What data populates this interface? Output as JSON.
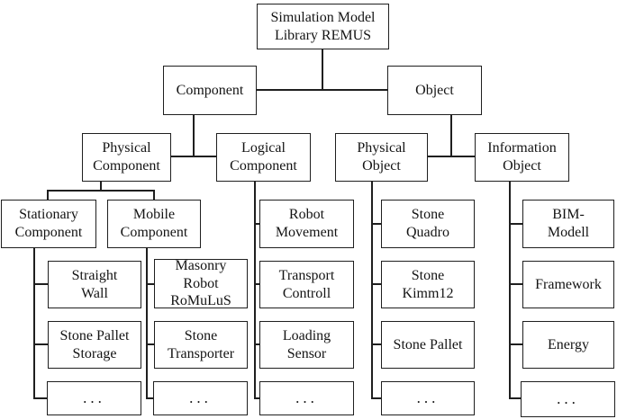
{
  "diagram_title": "Simulation Model Library REMUS hierarchy",
  "colors": {
    "line": "#1f1f1f",
    "background": "#ffffff",
    "text": "#141414"
  },
  "tree": {
    "root": {
      "label": "Simulation Model\nLibrary REMUS"
    },
    "branches": [
      {
        "label": "Component",
        "children": [
          {
            "label": "Physical\nComponent",
            "groups": [
              {
                "label": "Stationary\nComponent",
                "items": [
                  "Straight\nWall",
                  "Stone Pallet\nStorage",
                  "..."
                ]
              },
              {
                "label": "Mobile\nComponent",
                "items": [
                  "Masonry\nRobot\nRoMuLuS",
                  "Stone\nTransporter",
                  "..."
                ]
              }
            ]
          },
          {
            "label": "Logical\nComponent",
            "items": [
              "Robot\nMovement",
              "Transport\nControll",
              "Loading\nSensor",
              "..."
            ]
          }
        ]
      },
      {
        "label": "Object",
        "children": [
          {
            "label": "Physical\nObject",
            "items": [
              "Stone\nQuadro",
              "Stone\nKimm12",
              "Stone Pallet",
              "..."
            ]
          },
          {
            "label": "Information\nObject",
            "items": [
              "BIM-\nModell",
              "Framework",
              "Energy",
              "..."
            ]
          }
        ]
      }
    ]
  }
}
